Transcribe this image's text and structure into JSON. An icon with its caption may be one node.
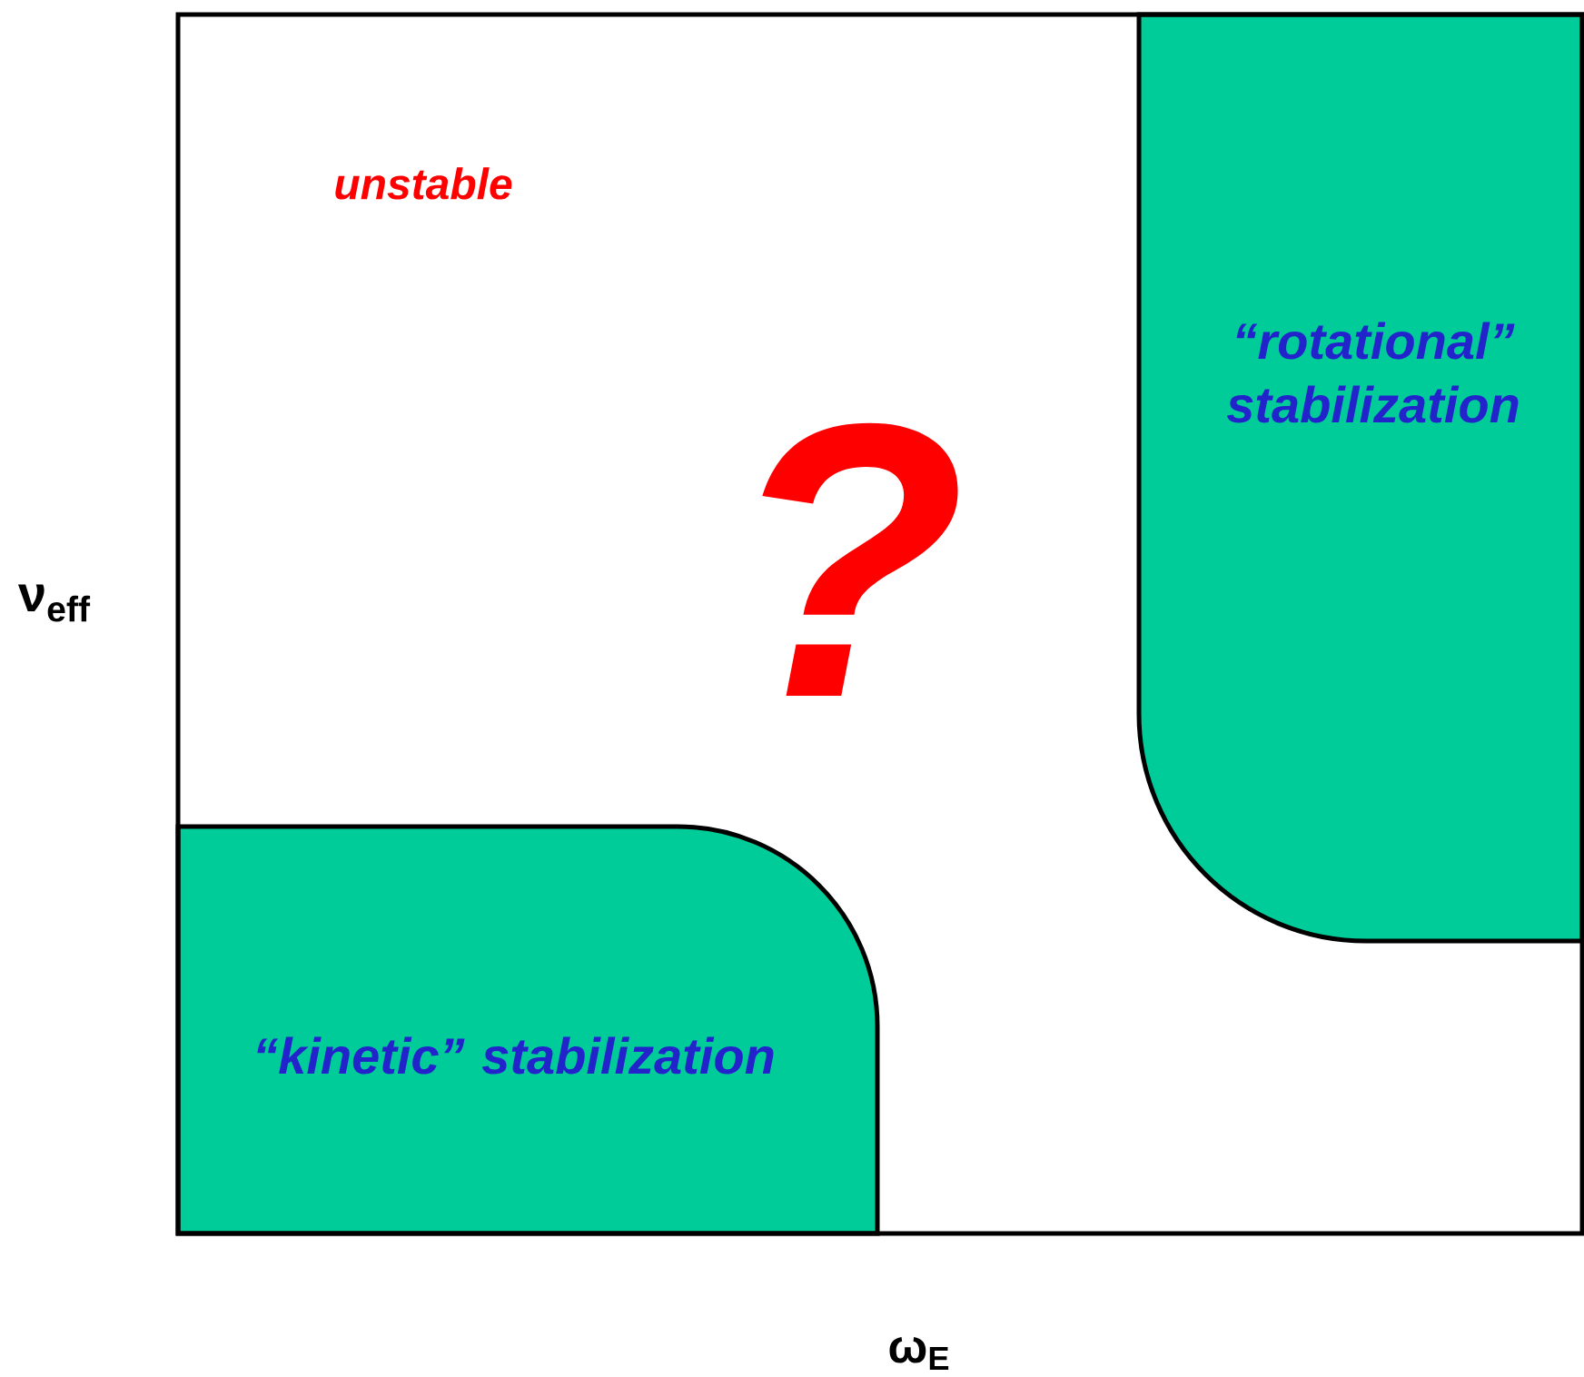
{
  "diagram": {
    "nodes": [
      {
        "text": [
          "“kinetic” stabilization"
        ]
      },
      {
        "text": [
          "“rotational” stabilization"
        ]
      }
    ],
    "labels": [
      "unstable",
      "?",
      "ν$_{eff}$",
      "ω$_{E}$"
    ]
  }
}
